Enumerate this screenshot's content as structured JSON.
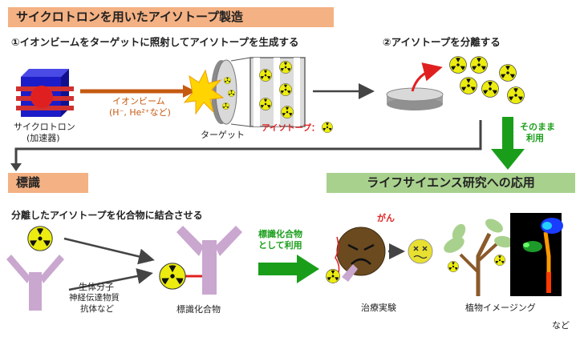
{
  "banners": {
    "production": "サイクロトロンを用いたアイソトープ製造",
    "labeling": "標識",
    "application": "ライフサイエンス研究への応用"
  },
  "steps": {
    "step1": "①イオンビームをターゲットに照射してアイソトープを生成する",
    "step2": "②アイソトープを分離する"
  },
  "cyclotron": {
    "label": "サイクロトロン",
    "sublabel": "(加速器)"
  },
  "ion_beam": {
    "label": "イオンビーム",
    "sublabel": "(H⁻, He²⁺など)"
  },
  "target_label": "ターゲット",
  "isotope_legend": "アイソトープ：",
  "as_is": {
    "line1": "そのまま",
    "line2": "利用"
  },
  "labeling_section": {
    "instruction": "分離したアイソトープを化合物に結合させる",
    "biomolecule": "生体分子",
    "examples1": "神経伝達物質",
    "examples2": "抗体など",
    "compound": "標識化合物"
  },
  "use_as_label": {
    "line1": "標識化合物",
    "line2": "として利用"
  },
  "applications": {
    "cancer": "がん",
    "therapy": "治療実験",
    "plant": "植物イメージング",
    "etc": "など"
  },
  "colors": {
    "orange_banner": "#f4b183",
    "green_banner": "#a9d18e",
    "green_arrow": "#1a9e1a",
    "beam": "#c55a11",
    "isotope_yellow": "#e6e600",
    "antibody": "#c9a7cf",
    "cyclotron_blue": "#1c1cc8",
    "cyclotron_red": "#e02020"
  }
}
